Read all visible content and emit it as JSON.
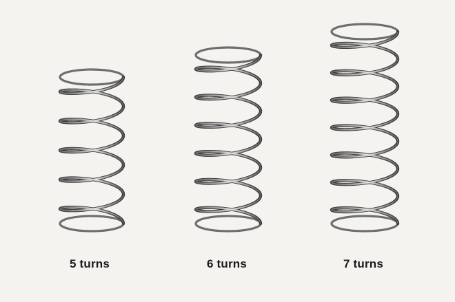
{
  "background_color": "#f5f3ef",
  "wire_color": "#6e6e6e",
  "springs": [
    {
      "label": "5 turns",
      "turns": 5,
      "icon": "coil-spring-icon"
    },
    {
      "label": "6 turns",
      "turns": 6,
      "icon": "coil-spring-icon"
    },
    {
      "label": "7 turns",
      "turns": 7,
      "icon": "coil-spring-icon"
    }
  ]
}
